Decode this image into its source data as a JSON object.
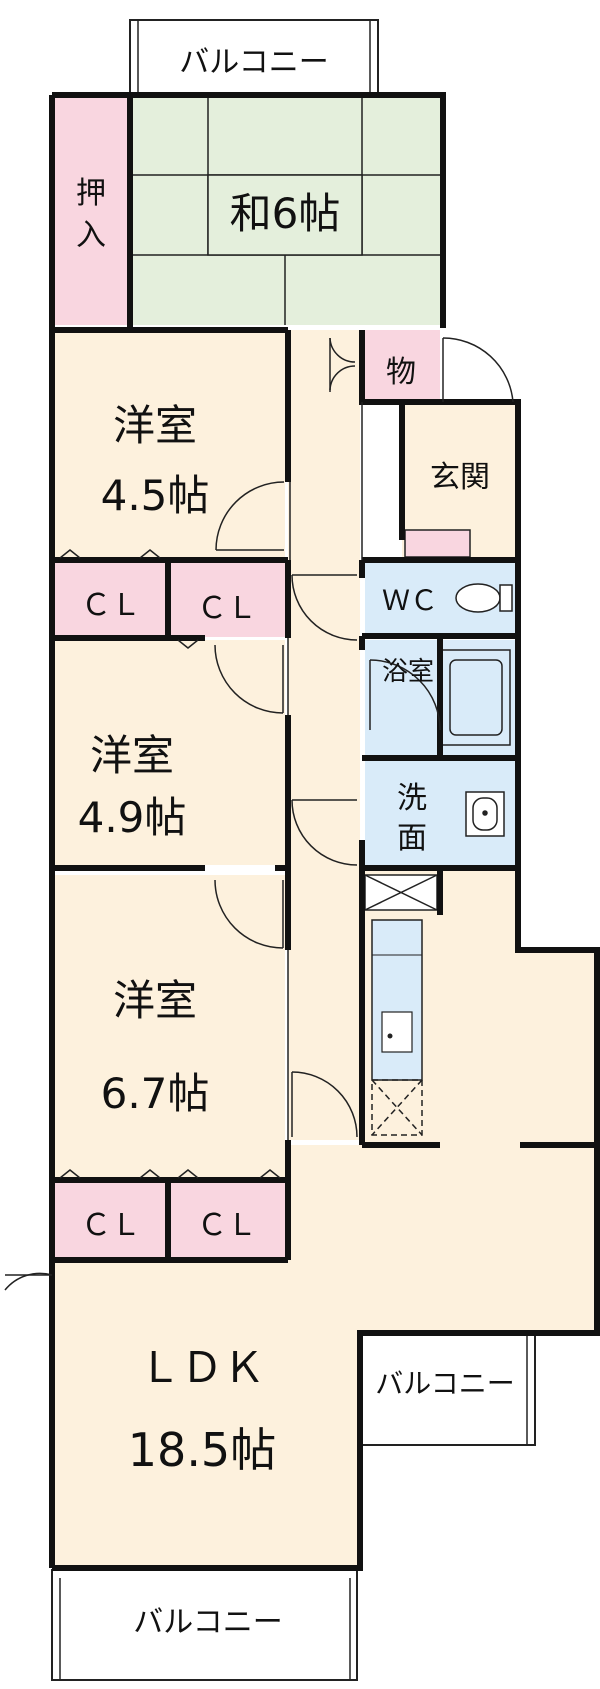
{
  "rooms": {
    "washitsu": "和6帖",
    "oshiire_top": "押",
    "oshiire_bottom": "入",
    "mono": "物",
    "genkan": "玄関",
    "youshitsu1_name": "洋室",
    "youshitsu1_size": "4.5帖",
    "youshitsu2_name": "洋室",
    "youshitsu2_size": "4.9帖",
    "youshitsu3_name": "洋室",
    "youshitsu3_size": "6.7帖",
    "wc": "ＷＣ",
    "yokushitsu": "浴室",
    "senmen_top": "洗",
    "senmen_bottom": "面",
    "ldk_name": "ＬＤＫ",
    "ldk_size": "18.5帖"
  },
  "closets": {
    "cl1": "ＣＬ",
    "cl2": "ＣＬ",
    "cl3": "ＣＬ",
    "cl4": "ＣＬ"
  },
  "balconies": {
    "top": "バルコニー",
    "right": "バルコニー",
    "bottom": "バルコニー"
  },
  "colors": {
    "wall": "#111111",
    "tatami": "#e4efdc",
    "oshiire": "#f9d6e0",
    "floor": "#fdf1dd",
    "water": "#d9ebf9",
    "balcony": "#ffffff"
  }
}
